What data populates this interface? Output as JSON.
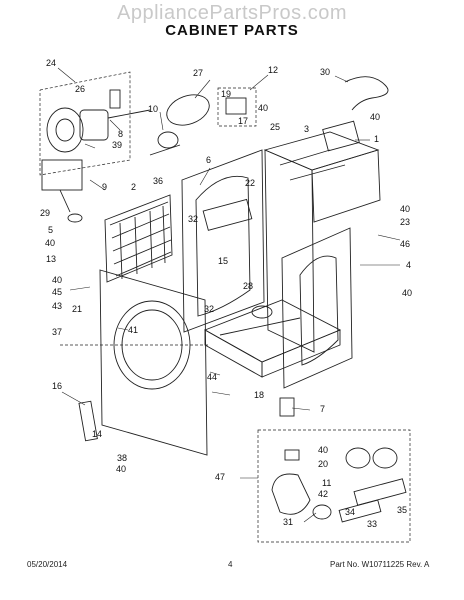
{
  "watermark": "AppliancePartsPros.com",
  "title": "CABINET PARTS",
  "footer": {
    "date": "05/20/2014",
    "page": "4",
    "part_no": "Part No. W10711225  Rev. A"
  },
  "callouts": [
    "24",
    "26",
    "8",
    "39",
    "9",
    "29",
    "5",
    "40",
    "13",
    "40",
    "45",
    "43",
    "21",
    "37",
    "16",
    "14",
    "38",
    "40",
    "27",
    "12",
    "19",
    "17",
    "40",
    "10",
    "36",
    "2",
    "6",
    "22",
    "32",
    "15",
    "28",
    "32",
    "41",
    "44",
    "18",
    "30",
    "40",
    "1",
    "25",
    "3",
    "40",
    "23",
    "46",
    "4",
    "40",
    "7",
    "40",
    "20",
    "11",
    "42",
    "47",
    "31",
    "34",
    "33",
    "35"
  ]
}
